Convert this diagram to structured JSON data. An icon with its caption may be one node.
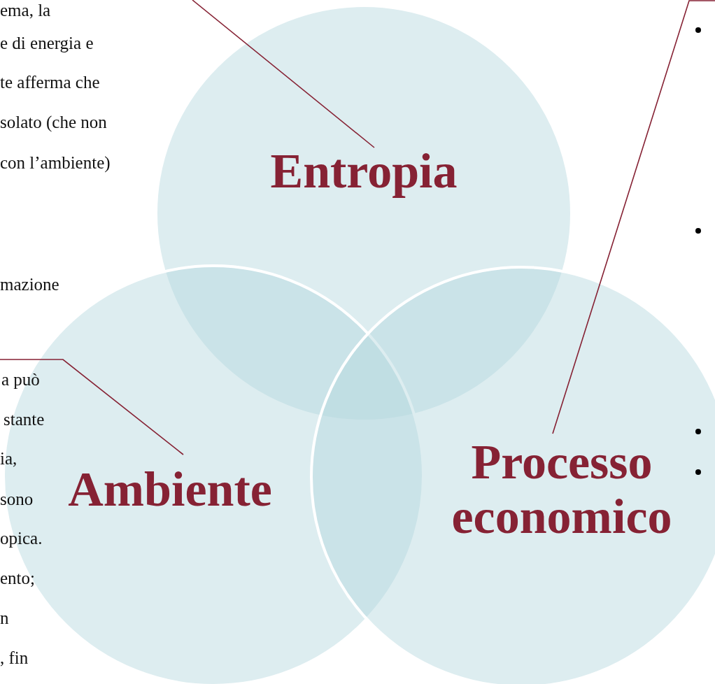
{
  "diagram": {
    "nodes": [
      {
        "text": [
          "Entropia"
        ]
      },
      {
        "text": [
          "Ambiente"
        ]
      },
      {
        "text": [
          "Processo economico"
        ]
      }
    ],
    "edges": [
      {
        "from": null,
        "to": 0,
        "arrow": "none"
      },
      {
        "from": null,
        "to": 1,
        "arrow": "none"
      },
      {
        "from": null,
        "to": 2,
        "arrow": "none"
      }
    ],
    "labels": [
      "ema, la",
      "e di energia e",
      "te afferma che",
      "solato (che non",
      "con l’ambiente)",
      "mazione",
      "a può",
      "stante",
      "ia,",
      "sono",
      "opica.",
      "ento;",
      "n",
      ", fin"
    ]
  }
}
